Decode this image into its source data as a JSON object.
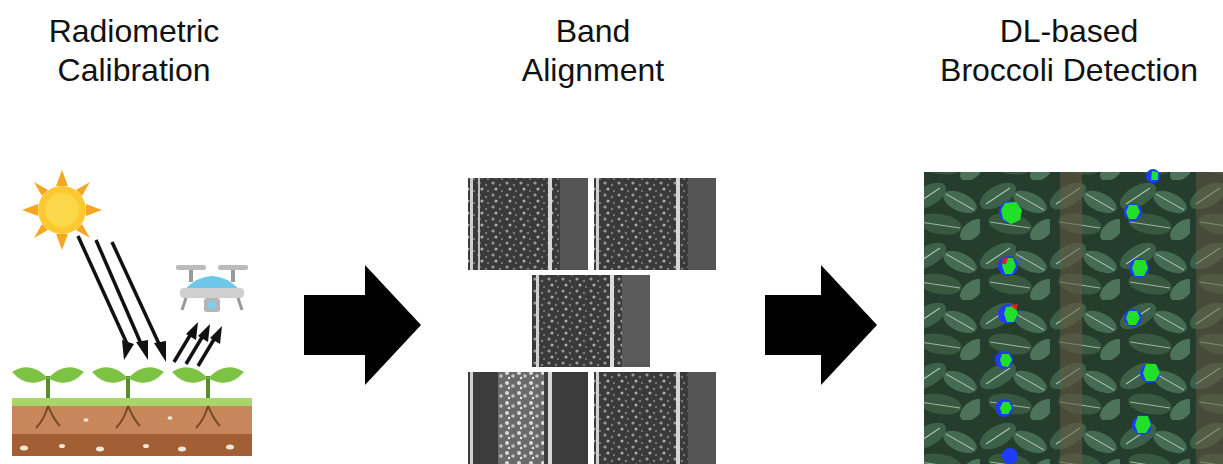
{
  "diagram": {
    "nodes": [
      {
        "text": [
          "Radiometric Calibration"
        ]
      },
      {
        "text": [
          "Band Alignment"
        ]
      },
      {
        "text": [
          "DL-based Broccoli Detection"
        ]
      }
    ],
    "edges": [
      {
        "from": 0,
        "to": 1,
        "arrow": "to"
      },
      {
        "from": 1,
        "to": 2,
        "arrow": "to"
      }
    ]
  }
}
